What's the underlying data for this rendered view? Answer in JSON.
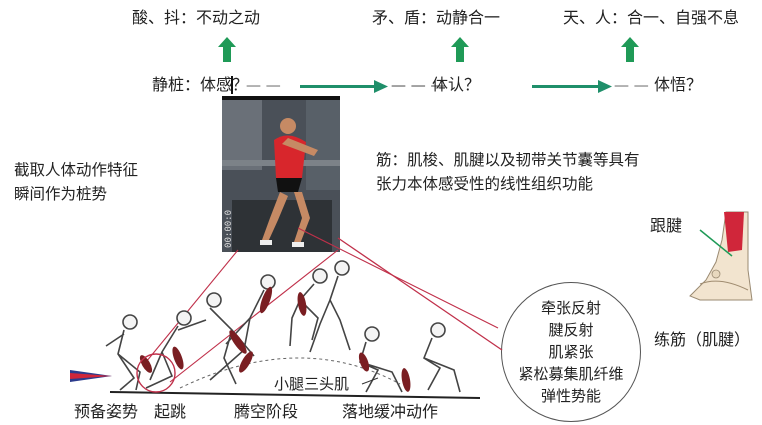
{
  "top_row": {
    "left": "酸、抖：不动之动",
    "middle": "矛、盾：动静合一",
    "right": "天、人：合一、自强不息"
  },
  "second_row": {
    "left": "静桩：体感？",
    "left_dashes": "— —",
    "middle": "体认？",
    "middle_dashes": "— — —",
    "right": "体悟？",
    "right_dashes": "— —"
  },
  "left_note": [
    "截取人体动作特征",
    "瞬间作为桩势"
  ],
  "tendon_definition": [
    "筋：肌梭、肌腱以及韧带关节囊等具有",
    "张力本体感受性的线性组织功能"
  ],
  "foot_label": "跟腱",
  "foot_caption": "练筋（肌腱）",
  "bubble_items": [
    "牵张反射",
    "腱反射",
    "肌紧张",
    "紧松募集肌纤维",
    "弹性势能"
  ],
  "muscle_label": "小腿三头肌",
  "phase_labels": {
    "ready": "预备姿势",
    "takeoff": "起跳",
    "flight": "腾空阶段",
    "landing": "落地缓冲动作"
  },
  "photo_timestamp": "00:00:0",
  "colors": {
    "arrow_green": "#1f9a57",
    "connector_red": "#c0304a",
    "muscle": "#7a1e22",
    "tendon_red": "#d0263a",
    "start_arrow": "#2b3b8c"
  },
  "icons": [
    "up-arrow-icon",
    "right-arrow-icon",
    "athlete-photo",
    "foot-anatomy-icon",
    "jump-sequence-figure"
  ]
}
